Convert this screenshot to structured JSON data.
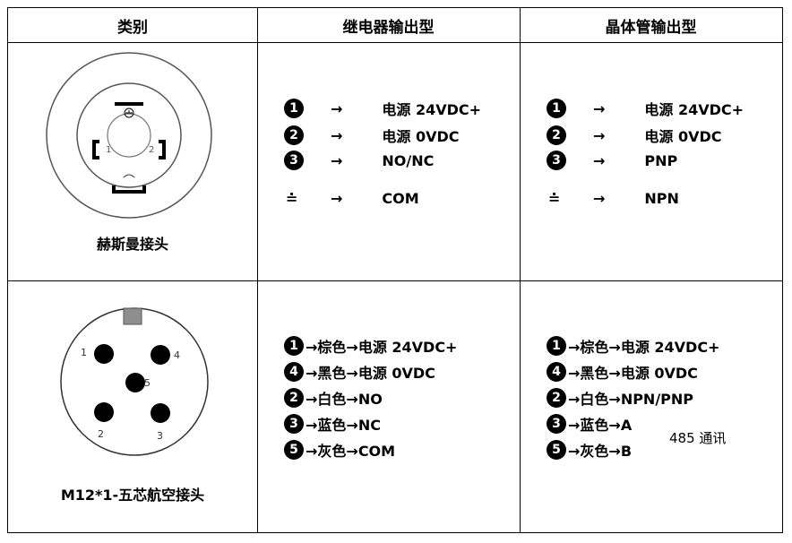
{
  "headers": {
    "category": "类别",
    "relay": "继电器输出型",
    "transistor": "晶体管输出型"
  },
  "row1": {
    "connector_label": "赫斯曼接头",
    "pin_labels": {
      "pin1": "1",
      "pin2": "2"
    },
    "relay": {
      "l1": {
        "num": "1",
        "arrow": "→",
        "text": "电源 24VDC+"
      },
      "l2": {
        "num": "2",
        "arrow": "→",
        "text": "电源  0VDC"
      },
      "l3": {
        "num": "3",
        "arrow": "→",
        "text": "NO/NC"
      },
      "l4": {
        "sym": "≐",
        "arrow": "→",
        "text": "COM"
      }
    },
    "transistor": {
      "l1": {
        "num": "1",
        "arrow": "→",
        "text": "电源 24VDC+"
      },
      "l2": {
        "num": "2",
        "arrow": "→",
        "text": "电源  0VDC"
      },
      "l3": {
        "num": "3",
        "arrow": "→",
        "text": "PNP"
      },
      "l4": {
        "sym": "≐",
        "arrow": "→",
        "text": "NPN"
      }
    }
  },
  "row2": {
    "connector_label": "M12*1-五芯航空接头",
    "pin_labels": {
      "p1": "1",
      "p2": "2",
      "p3": "3",
      "p4": "4",
      "p5": "5"
    },
    "relay": {
      "l1": {
        "num": "1",
        "text": "→棕色→电源 24VDC+"
      },
      "l2": {
        "num": "4",
        "text": "→黑色→电源  0VDC"
      },
      "l3": {
        "num": "2",
        "text": "→白色→NO"
      },
      "l4": {
        "num": "3",
        "text": "→蓝色→NC"
      },
      "l5": {
        "num": "5",
        "text": "→灰色→COM"
      }
    },
    "transistor": {
      "l1": {
        "num": "1",
        "text": "→棕色→电源 24VDC+"
      },
      "l2": {
        "num": "4",
        "text": "→黑色→电源  0VDC"
      },
      "l3": {
        "num": "2",
        "text": "→白色→NPN/PNP"
      },
      "l4": {
        "num": "3",
        "text": "→蓝色→A"
      },
      "l5": {
        "num": "5",
        "text": "→灰色→B"
      },
      "note": "485 通讯"
    }
  }
}
